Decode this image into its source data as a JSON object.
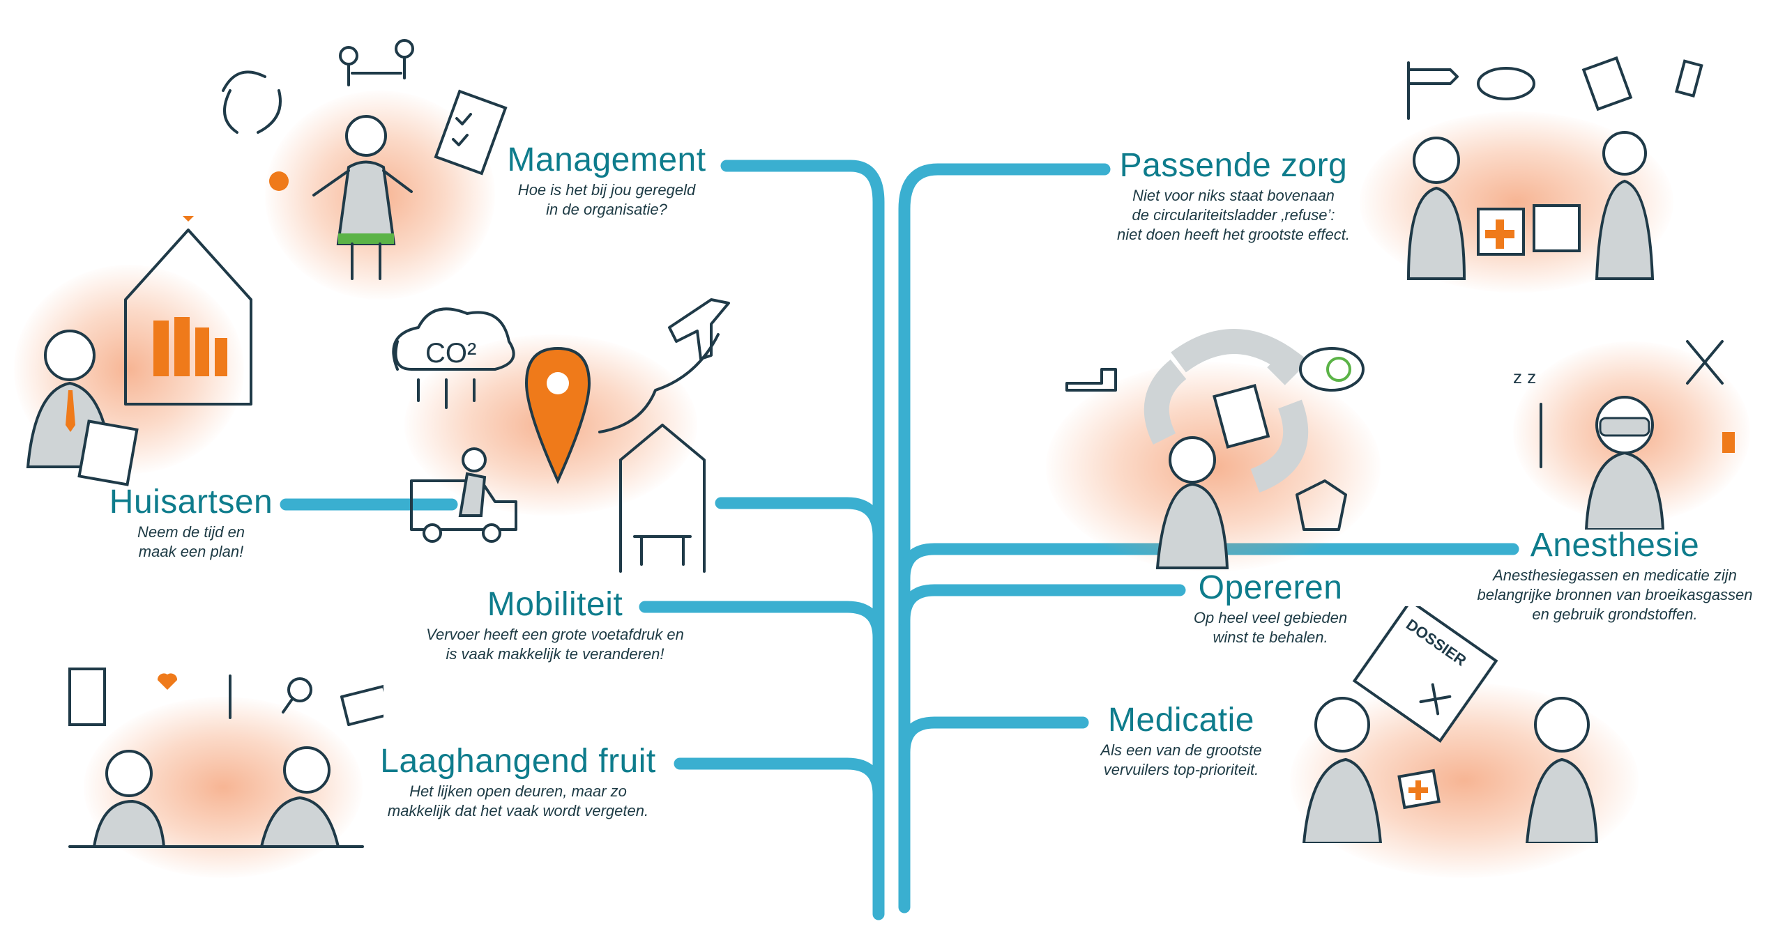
{
  "colors": {
    "branch": "#3aafd0",
    "title": "#0e7c8c",
    "accent": "#ef7a1a",
    "text": "#1d3a44"
  },
  "left_topics": [
    {
      "id": "management",
      "title": "Management",
      "lines": [
        "Hoe is het bij jou geregeld",
        "in de organisatie?"
      ]
    },
    {
      "id": "huisartsen",
      "title": "Huisartsen",
      "lines": [
        "Neem de tijd en",
        "maak een plan!"
      ]
    },
    {
      "id": "mobiliteit",
      "title": "Mobiliteit",
      "lines": [
        "Vervoer heeft een grote voetafdruk en",
        "is vaak makkelijk te veranderen!"
      ]
    },
    {
      "id": "laaghangend-fruit",
      "title": "Laaghangend fruit",
      "lines": [
        "Het lijken open deuren, maar zo",
        "makkelijk dat het vaak wordt vergeten."
      ]
    }
  ],
  "right_topics": [
    {
      "id": "passende-zorg",
      "title": "Passende zorg",
      "lines": [
        "Niet voor niks staat bovenaan",
        "de circulariteitsladder ‚refuse’:",
        "niet doen heeft het grootste effect."
      ]
    },
    {
      "id": "anesthesie",
      "title": "Anesthesie",
      "lines": [
        "Anesthesiegassen en medicatie zijn",
        "belangrijke bronnen van broeikasgassen",
        "en gebruik grondstoffen."
      ]
    },
    {
      "id": "opereren",
      "title": "Opereren",
      "lines": [
        "Op heel veel gebieden",
        "winst te behalen."
      ]
    },
    {
      "id": "medicatie",
      "title": "Medicatie",
      "lines": [
        "Als een van de grootste",
        "vervuilers top-prioriteit."
      ]
    }
  ],
  "illustration_labels": {
    "co2": "CO²",
    "dossier": "DOSSIER"
  }
}
